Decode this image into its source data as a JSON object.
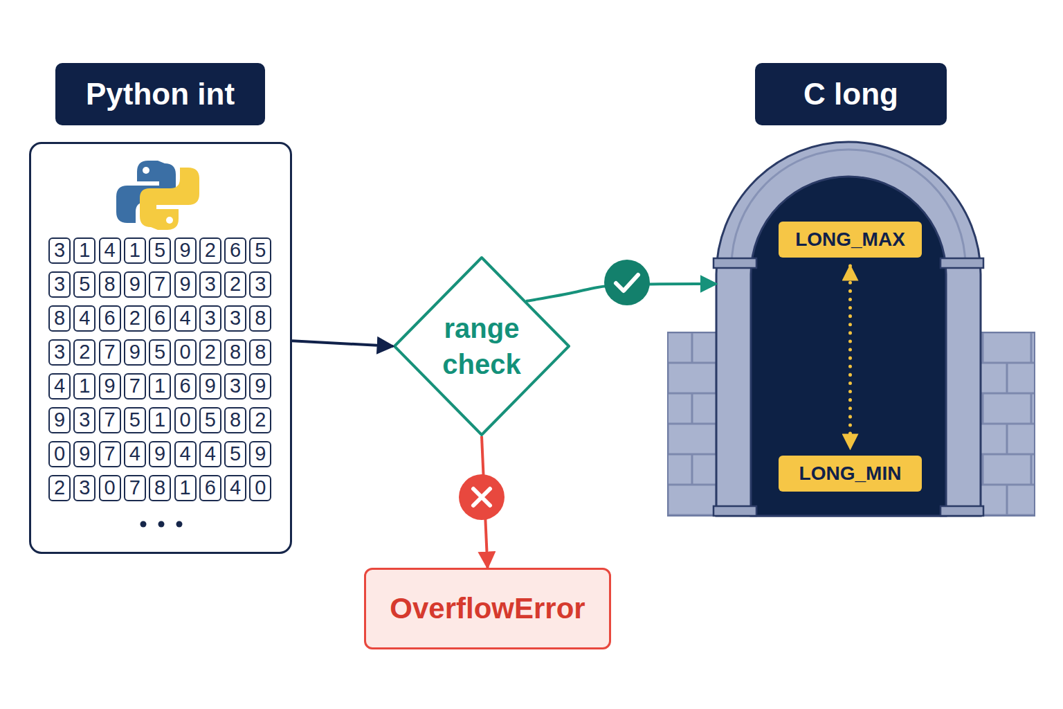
{
  "diagram": {
    "nodes": [
      {
        "text": [
          "Python int",
          "3",
          "1",
          "4",
          "1",
          "5",
          "9",
          "2",
          "6",
          "5",
          "3",
          "5",
          "8",
          "9",
          "7",
          "9",
          "3",
          "2",
          "3",
          "8",
          "4",
          "6",
          "2",
          "6",
          "4",
          "3",
          "3",
          "8",
          "3",
          "2",
          "7",
          "9",
          "5",
          "0",
          "2",
          "8",
          "8",
          "4",
          "1",
          "9",
          "7",
          "1",
          "6",
          "9",
          "3",
          "9",
          "9",
          "3",
          "7",
          "5",
          "1",
          "0",
          "5",
          "8",
          "2",
          "0",
          "9",
          "7",
          "4",
          "9",
          "4",
          "4",
          "5",
          "9",
          "2",
          "3",
          "0",
          "7",
          "8",
          "1",
          "6",
          "4",
          "0"
        ]
      },
      {
        "text": [
          "range check"
        ]
      },
      {
        "text": [
          "C long"
        ]
      },
      {
        "text": [
          "LONG_MAX"
        ],
        "in": 2
      },
      {
        "text": [
          "LONG_MIN"
        ],
        "in": 2
      },
      {
        "text": [
          "OverflowError"
        ]
      }
    ],
    "edges": [
      {
        "from": 0,
        "to": 1,
        "arrow": "to"
      },
      {
        "from": 1,
        "to": 2,
        "arrow": "to"
      },
      {
        "from": 1,
        "to": 5,
        "arrow": "to"
      },
      {
        "from": 3,
        "to": 4,
        "arrow": "both"
      }
    ]
  }
}
